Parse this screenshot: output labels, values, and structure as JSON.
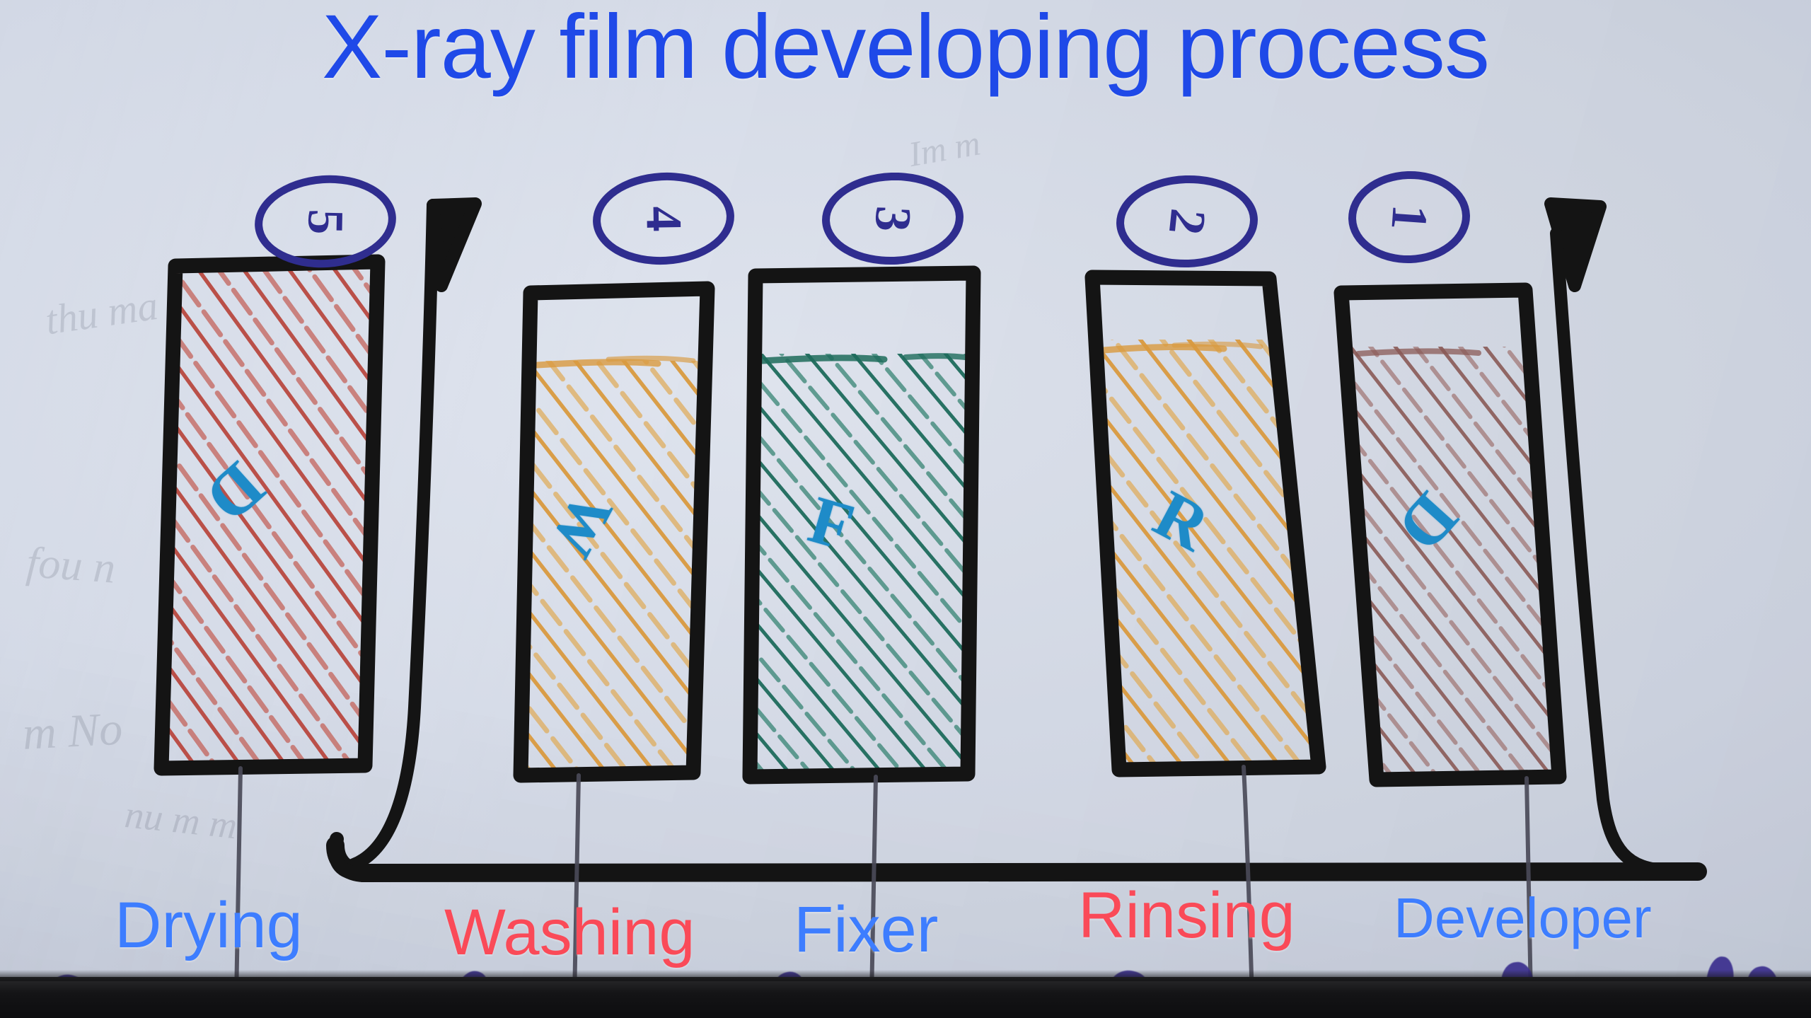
{
  "title": "X-ray film developing process",
  "colors": {
    "title_blue": "#1f49e8",
    "label_blue": "#3d7dff",
    "label_red": "#fa4a58",
    "ink_black": "#141414",
    "badge_purple": "#2f2d8f",
    "letter_blue": "#1e8bc8",
    "drying_red": "#b8453c",
    "washing_orange": "#d99a3f",
    "fixer_green": "#1d6b5b",
    "rinsing_orange": "#d99a3f",
    "developer_maroon": "#8a5a56",
    "paper": "#d2d8e5"
  },
  "steps": [
    {
      "number": "5",
      "letter": "D",
      "label": "Drying",
      "label_color": "#3d7dff",
      "fill_color": "#b8453c",
      "fill_name": "red-hatching",
      "has_liquid_level": false,
      "has_hanger": true
    },
    {
      "number": "4",
      "letter": "W",
      "label": "Washing",
      "label_color": "#fa4a58",
      "fill_color": "#d99a3f",
      "fill_name": "orange-hatching",
      "has_liquid_level": true,
      "has_hanger": false
    },
    {
      "number": "3",
      "letter": "F",
      "label": "Fixer",
      "label_color": "#3d7dff",
      "fill_color": "#1d6b5b",
      "fill_name": "green-hatching",
      "has_liquid_level": true,
      "has_hanger": false
    },
    {
      "number": "2",
      "letter": "R",
      "label": "Rinsing",
      "label_color": "#fa4a58",
      "fill_color": "#d99a3f",
      "fill_name": "orange-hatching",
      "has_liquid_level": true,
      "has_hanger": false
    },
    {
      "number": "1",
      "letter": "D",
      "label": "Developer",
      "label_color": "#3d7dff",
      "fill_color": "#8a5a56",
      "fill_name": "maroon-hatching",
      "has_liquid_level": true,
      "has_hanger": true
    }
  ],
  "annotations": {
    "ghost_text": [
      "thu ma",
      "fou n",
      "m No",
      "nu m m",
      "Im m"
    ]
  }
}
